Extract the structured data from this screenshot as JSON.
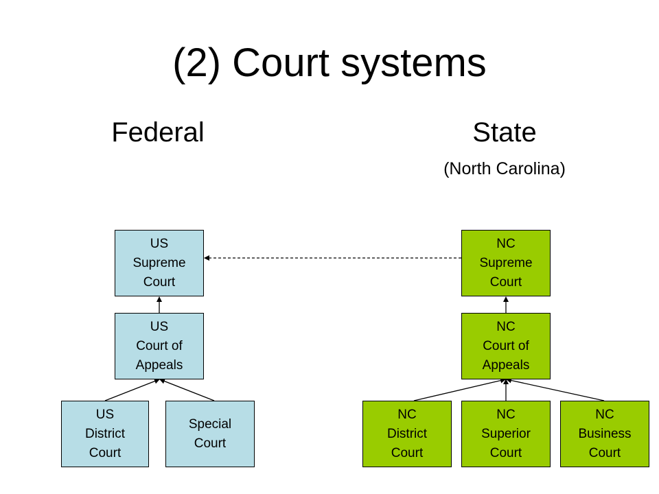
{
  "title": "(2) Court systems",
  "federal": {
    "heading": "Federal",
    "supreme": "US\nSupreme\nCourt",
    "appeals": "US\nCourt of\nAppeals",
    "district": "US\nDistrict\nCourt",
    "special": "Special\nCourt"
  },
  "state": {
    "heading": "State",
    "subheading": "(North Carolina)",
    "supreme": "NC\nSupreme\nCourt",
    "appeals": "NC\nCourt of\nAppeals",
    "district": "NC\nDistrict\nCourt",
    "superior": "NC\nSuperior\nCourt",
    "business": "NC\nBusiness\nCourt"
  },
  "colors": {
    "federal_box": "#b7dde6",
    "state_box": "#99cc00"
  }
}
